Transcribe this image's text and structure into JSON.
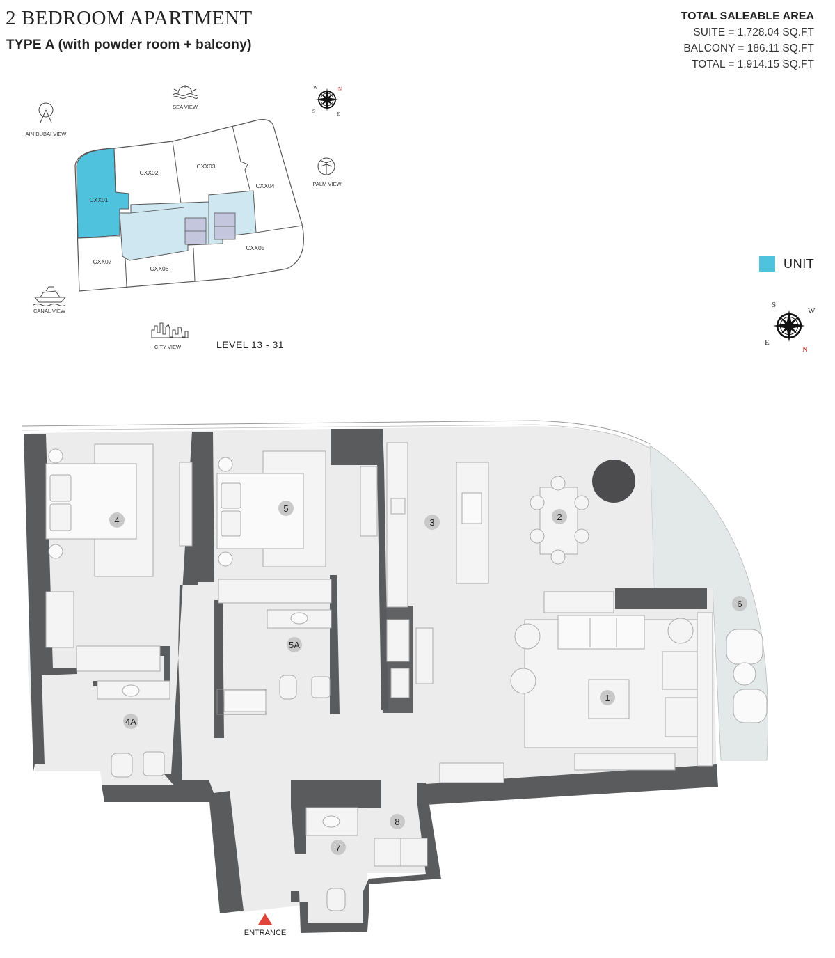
{
  "header": {
    "title": "2 BEDROOM APARTMENT",
    "subtitle": "TYPE A (with powder room + balcony)"
  },
  "area": {
    "heading": "TOTAL SALEABLE AREA",
    "rows": [
      {
        "text": "SUITE = 1,728.04  SQ.FT"
      },
      {
        "text": "BALCONY = 186.11  SQ.FT"
      },
      {
        "text": "TOTAL = 1,914.15  SQ.FT"
      }
    ]
  },
  "keyplan": {
    "units": {
      "cxx01": "CXX01",
      "cxx02": "CXX02",
      "cxx03": "CXX03",
      "cxx04": "CXX04",
      "cxx05": "CXX05",
      "cxx06": "CXX06",
      "cxx07": "CXX07"
    },
    "views": {
      "sea": "SEA VIEW",
      "ain_dubai": "AIN DUBAI VIEW",
      "palm": "PALM VIEW",
      "canal": "CANAL VIEW",
      "city": "CITY VIEW"
    },
    "level": "LEVEL  13 - 31",
    "highlight_color": "#4fc3dd",
    "core_color": "#cfe7f1"
  },
  "legend": {
    "label": "UNIT",
    "color": "#4fc3dd"
  },
  "compass": {
    "n": "N",
    "s": "S",
    "e": "E",
    "w": "W"
  },
  "floorplan": {
    "rooms": {
      "r1": "1",
      "r2": "2",
      "r3": "3",
      "r4": "4",
      "r4a": "4A",
      "r5": "5",
      "r5a": "5A",
      "r6": "6",
      "r7": "7",
      "r8": "8"
    },
    "entrance": "ENTRANCE",
    "entrance_color": "#e0443a",
    "wall_color": "#5a5b5d",
    "floor_color": "#ececec"
  }
}
